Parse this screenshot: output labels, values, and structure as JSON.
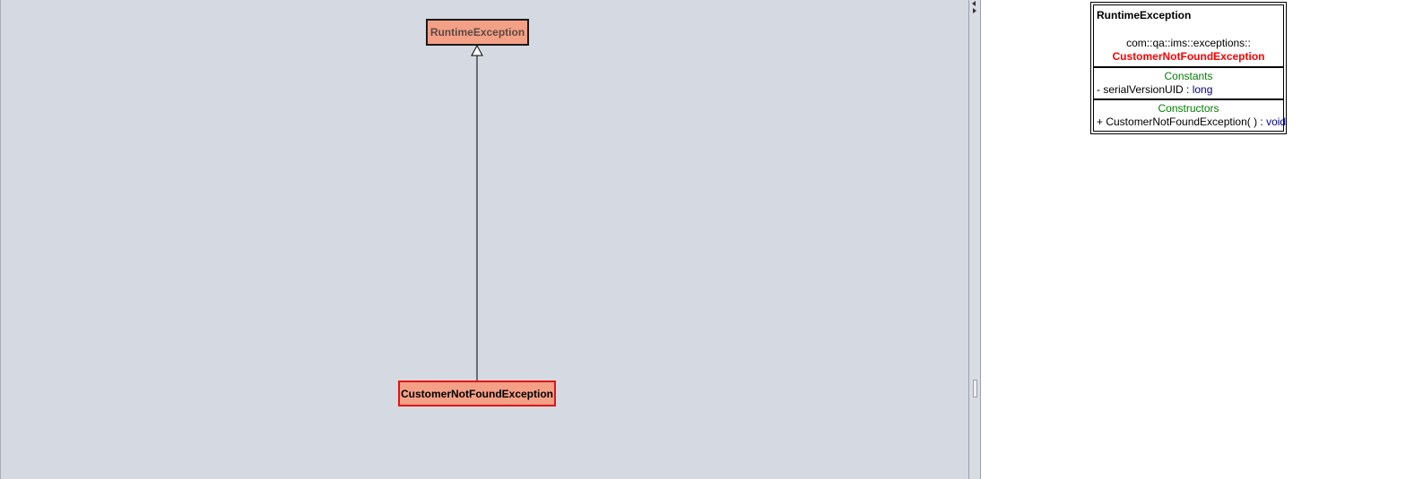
{
  "diagram": {
    "superclass": "RuntimeException",
    "subclass": "CustomerNotFoundException",
    "relation": "generalization"
  },
  "details": {
    "superclass": "RuntimeException",
    "package": "com::qa::ims::exceptions::",
    "class_name": "CustomerNotFoundException",
    "sections": [
      {
        "title": "Constants",
        "members": [
          {
            "signature": "- serialVersionUID : ",
            "type": "long"
          }
        ]
      },
      {
        "title": "Constructors",
        "members": [
          {
            "signature": "+ CustomerNotFoundException( ) : ",
            "type": "void"
          }
        ]
      }
    ]
  },
  "colors": {
    "canvas_background": "#d5d9e2",
    "node_fill": "#f4a086",
    "selected_border": "#e01414",
    "section_title": "#008000",
    "class_name": "#ff0000",
    "type": "#00008b"
  }
}
